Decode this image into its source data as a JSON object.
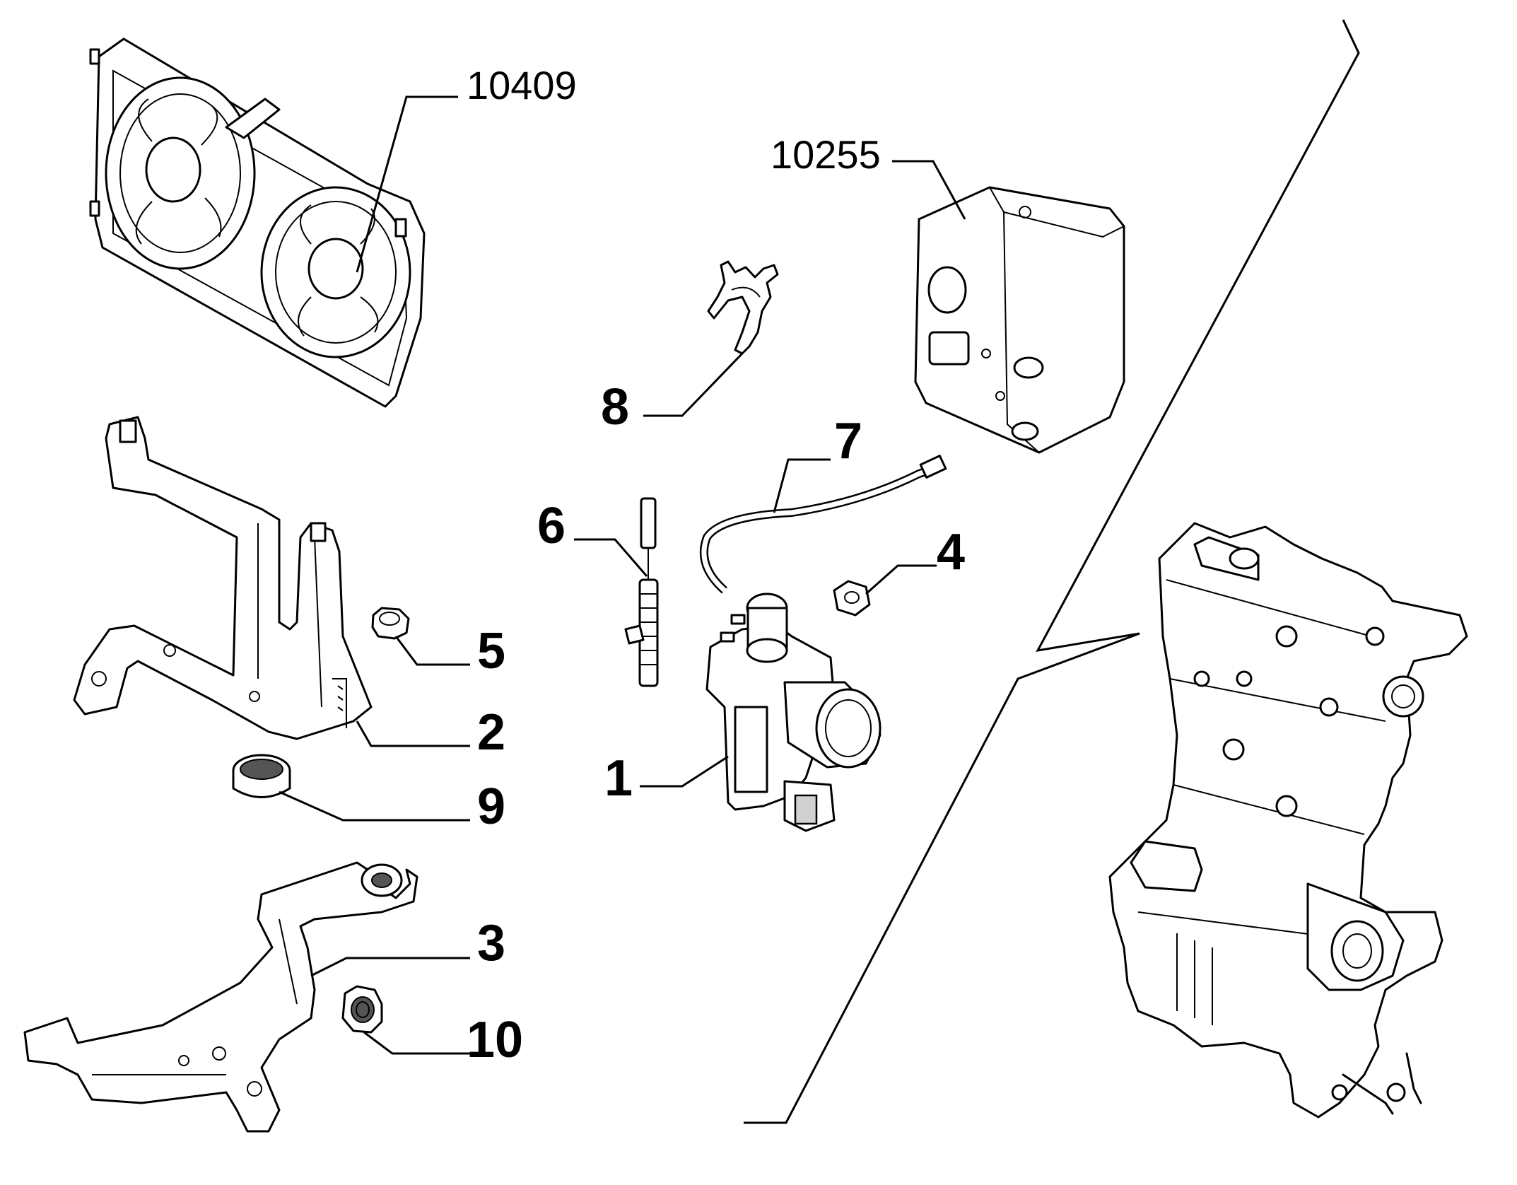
{
  "callouts": {
    "c10409": "10409",
    "c10255": "10255",
    "c8": "8",
    "c7": "7",
    "c6": "6",
    "c5": "5",
    "c4": "4",
    "c2": "2",
    "c1": "1",
    "c9": "9",
    "c3": "3",
    "c10": "10"
  },
  "colors": {
    "ink": "#000000",
    "paper": "#ffffff"
  }
}
